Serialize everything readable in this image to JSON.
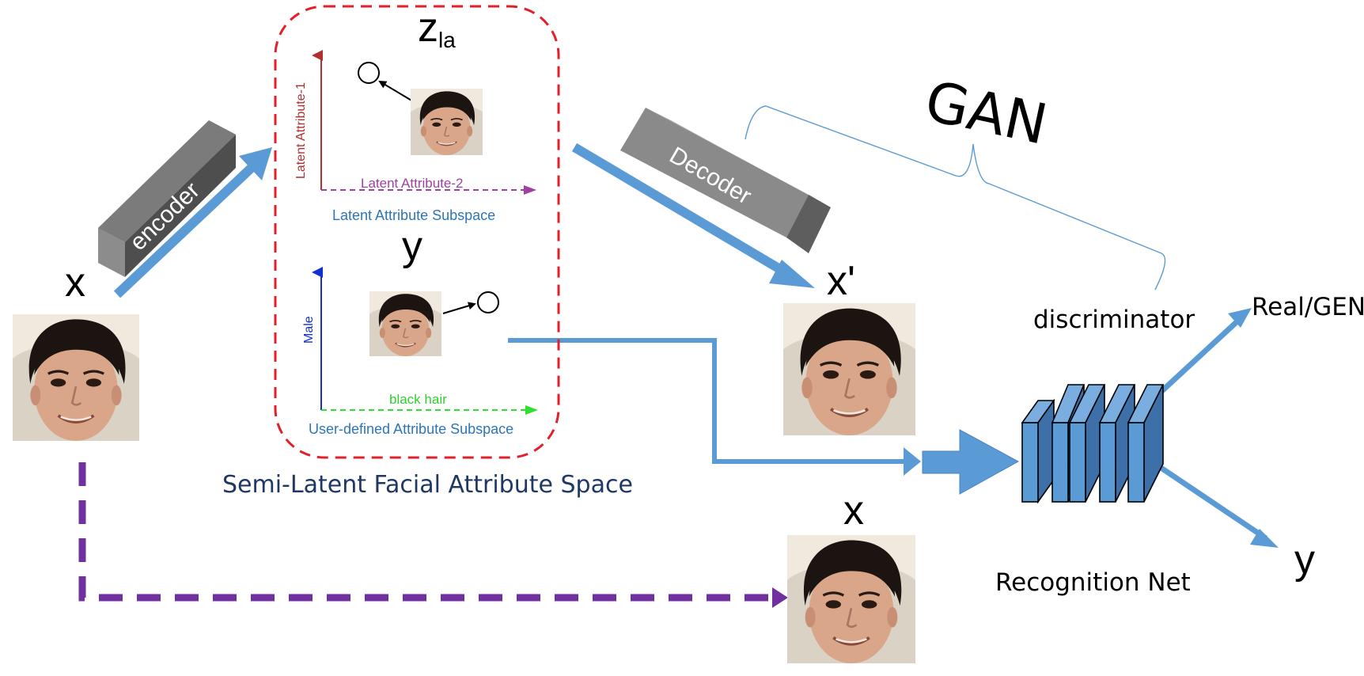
{
  "labels": {
    "input_x": "x",
    "z_la": "z",
    "z_la_sub": "la",
    "y_code": "y",
    "x_prime": "x'",
    "x_real": "x",
    "output_y": "y",
    "gan": "GAN",
    "discriminator": "discriminator",
    "real_gen": "Real/GEN",
    "recognition_net": "Recognition Net",
    "semi_latent_space": "Semi-Latent Facial  Attribute Space",
    "encoder": "encoder",
    "decoder": "Decoder"
  },
  "latent_subspace": {
    "axis_y": "Latent Attribute-1",
    "axis_x": "Latent Attribute-2",
    "caption": "Latent Attribute Subspace"
  },
  "user_subspace": {
    "axis_y": "Male",
    "axis_x": "black hair",
    "caption": "User-defined Attribute Subspace"
  },
  "colors": {
    "flow_arrow": "#5b9bd5",
    "red_dash": "#e0202a",
    "purple_dash": "#7030a0",
    "latent_axis_y": "#b03030",
    "latent_axis_x": "#a040a0",
    "caption_blue": "#2e75b6",
    "user_axis_y": "#1030d0",
    "user_axis_x": "#30e030",
    "navy_text": "#1f3864",
    "box_gray": "#7f7f7f",
    "net_block": "#5b9bd5"
  },
  "icons": [
    "face-photo",
    "encoder-block",
    "decoder-block",
    "network-layers-icon"
  ]
}
